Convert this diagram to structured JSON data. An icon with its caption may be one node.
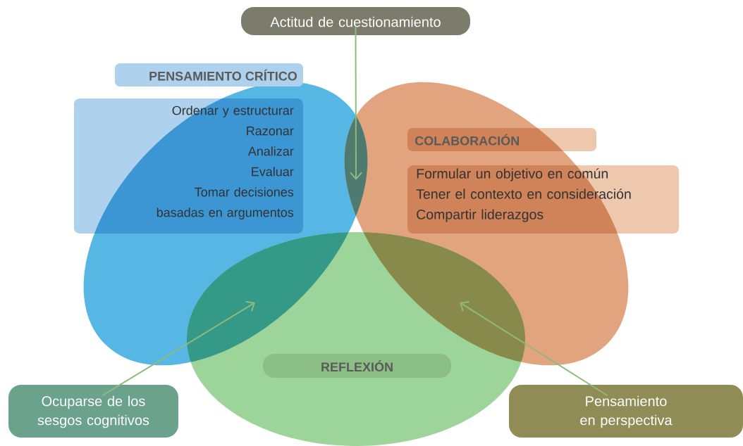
{
  "diagram": {
    "nodes": [
      {
        "text": [
          "Actitud de cuestionamiento"
        ]
      },
      {
        "text": [
          "PENSAMIENTO CRÍTICO"
        ]
      },
      {
        "text": [
          "Ordenar y estructurar",
          "Razonar",
          "Analizar",
          "Evaluar",
          "Tomar decisiones basadas en argumentos"
        ]
      },
      {
        "text": [
          "COLABORACIÓN"
        ]
      },
      {
        "text": [
          "Formular un objetivo en común",
          "Tener el contexto en consideración",
          "Compartir liderazgos"
        ]
      },
      {
        "text": [
          "REFLEXIÓN"
        ]
      },
      {
        "text": [
          "Ocuparse de los sesgos cognitivos"
        ]
      },
      {
        "text": [
          "Pensamiento en perspectiva"
        ]
      },
      {
        "text": [],
        "shape": "lens"
      },
      {
        "text": [],
        "shape": "lens"
      },
      {
        "text": [],
        "shape": "lens"
      }
    ],
    "edges": [
      {
        "from": 0,
        "to": 8,
        "arrow": "to"
      },
      {
        "from": 6,
        "to": 9,
        "arrow": "to"
      },
      {
        "from": 7,
        "to": 10,
        "arrow": "to"
      }
    ]
  }
}
